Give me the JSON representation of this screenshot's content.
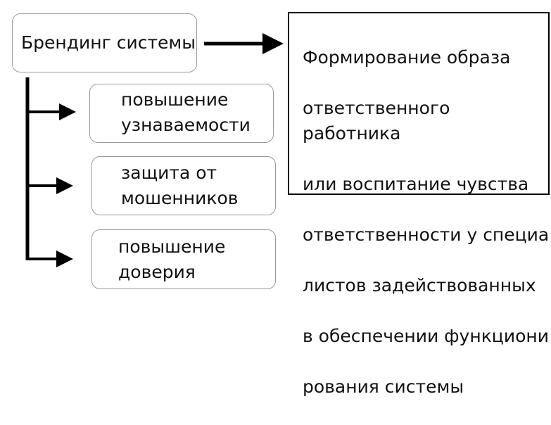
{
  "diagram": {
    "root": {
      "label": "Брендинг системы"
    },
    "description": {
      "lines": [
        "Формирование образа",
        "ответственного работника",
        "или воспитание чувства",
        "ответственности у специа",
        "листов задействованных",
        "в обеспечении функциони",
        "рования системы"
      ]
    },
    "children": [
      {
        "label": "повышение\nузнаваемости"
      },
      {
        "label": "защита от\nмошенников"
      },
      {
        "label": "повышение\nдоверия"
      }
    ]
  }
}
